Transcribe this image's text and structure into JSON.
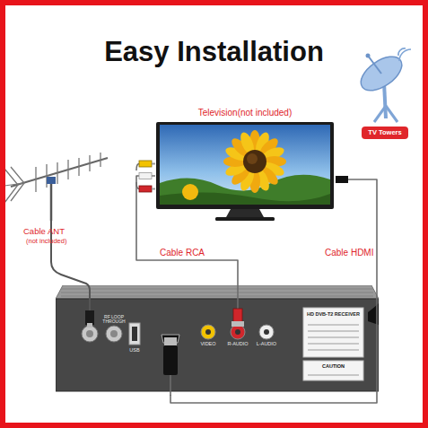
{
  "diagram": {
    "title": "Easy Installation",
    "nodes": [
      {
        "text": [
          "TV Towers"
        ]
      },
      {
        "text": [
          "Television(not included)"
        ]
      },
      {
        "text": [
          "HD DVB-T2 RECEIVER"
        ]
      }
    ],
    "edges": [
      {
        "from": 1,
        "to": 2,
        "label": "Cable RCA",
        "arrow": "none"
      },
      {
        "from": 1,
        "to": 2,
        "label": "Cable HDMI",
        "arrow": "none"
      }
    ],
    "labels": [
      "Cable ANT",
      "(not included)",
      "RF LOOP THROUGH",
      "USB",
      "VIDEO",
      "R-AUDIO",
      "L-AUDIO",
      "CAUTION"
    ]
  }
}
